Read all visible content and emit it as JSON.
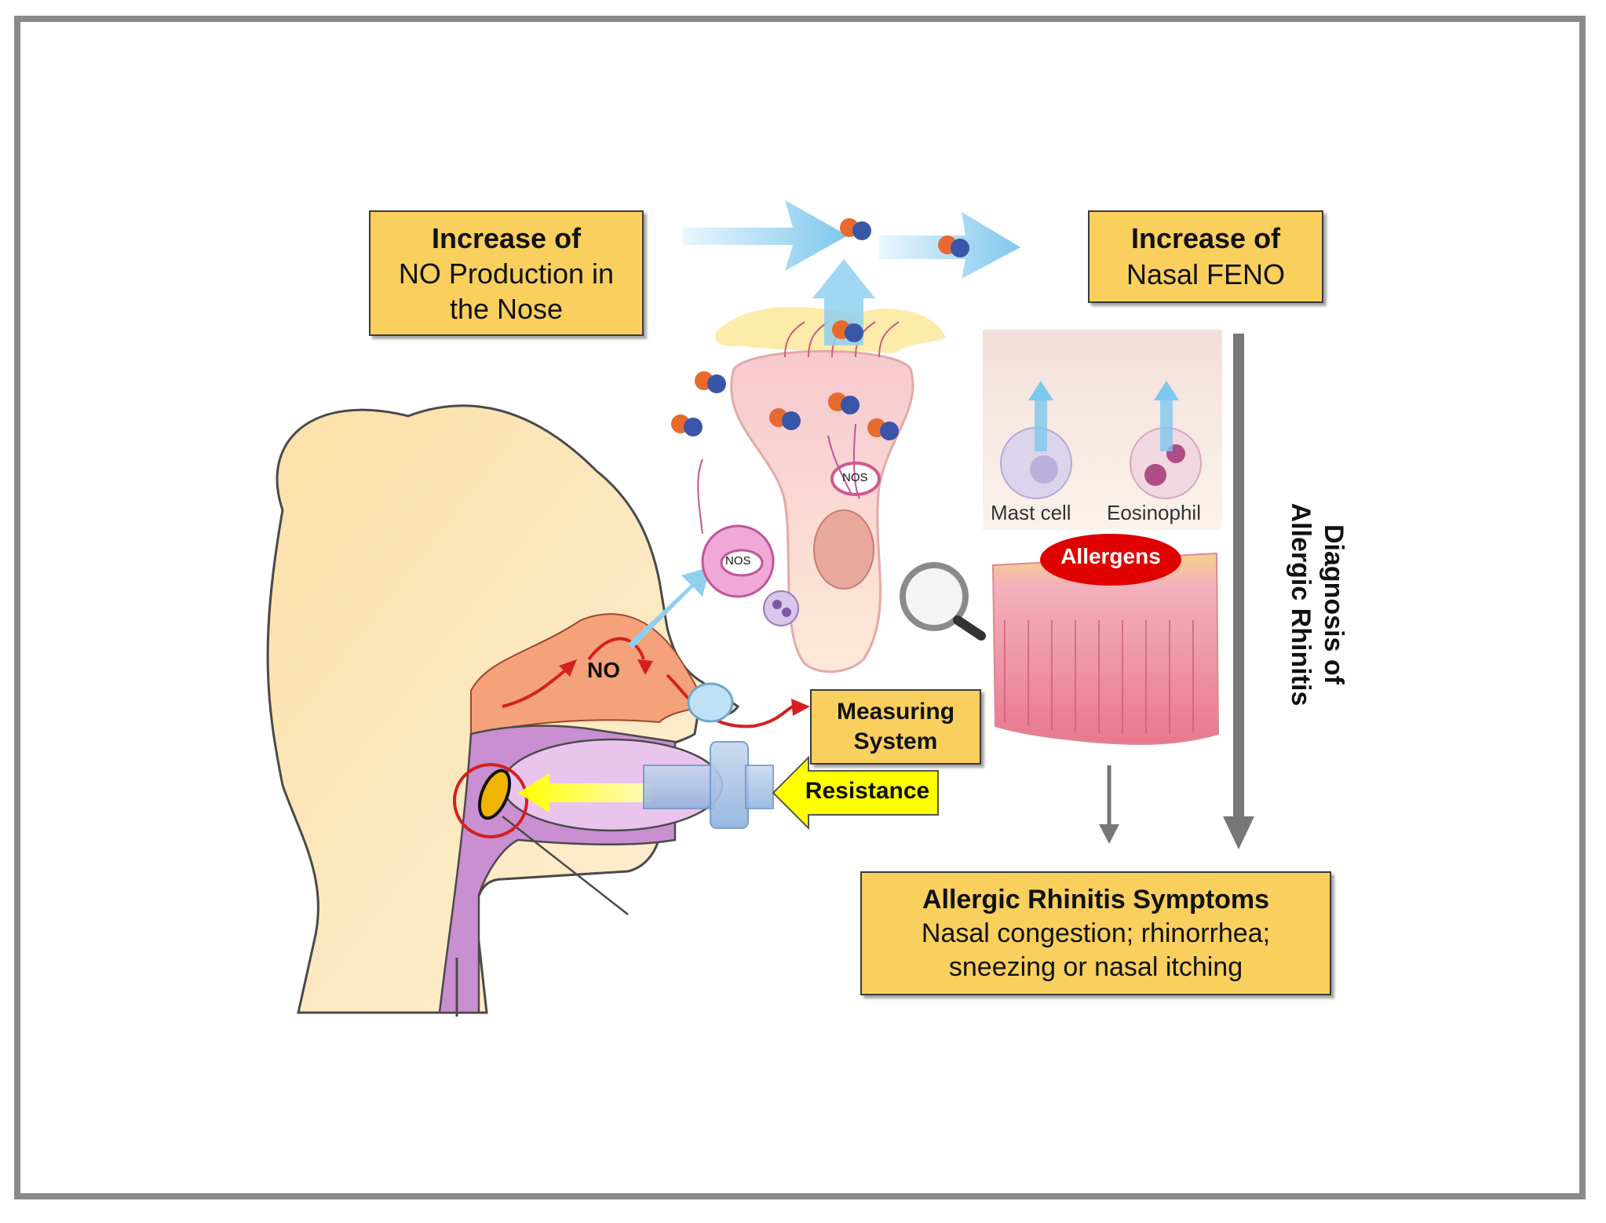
{
  "boxes": {
    "no_production": {
      "title": "Increase of",
      "lines": [
        "NO Production in",
        "the Nose"
      ]
    },
    "nasal_feno": {
      "title": "Increase of",
      "lines": [
        "Nasal FENO"
      ]
    },
    "measuring_system": {
      "lines": [
        "Measuring",
        "System"
      ]
    },
    "resistance": {
      "label": "Resistance"
    },
    "symptoms": {
      "title": "Allergic Rhinitis Symptoms",
      "lines": [
        "Nasal congestion; rhinorrhea;",
        "sneezing or nasal itching"
      ]
    }
  },
  "labels": {
    "no": "NO",
    "nos_cell": "NOS",
    "nos_epithelium": "NOS",
    "mast_cell": "Mast cell",
    "eosinophil": "Eosinophil",
    "allergens": "Allergens",
    "diagnosis": [
      "Diagnosis of",
      "Allergic Rhinitis"
    ]
  },
  "colors": {
    "box_fill": "#f9cf5e",
    "head_fill": "#fbe3b0",
    "nasal_cavity": "#f5a27a",
    "airway_purple": "#c98fd0",
    "arrow_red": "#d61f1f",
    "arrow_blue": "#8fd0ef",
    "allergen_red": "#e00000",
    "resistance_yellow": "#ffff00",
    "frame_gray": "#8a8a8a"
  },
  "icons": [
    "magnifier-icon",
    "no-molecule-icon",
    "cell-icon"
  ]
}
